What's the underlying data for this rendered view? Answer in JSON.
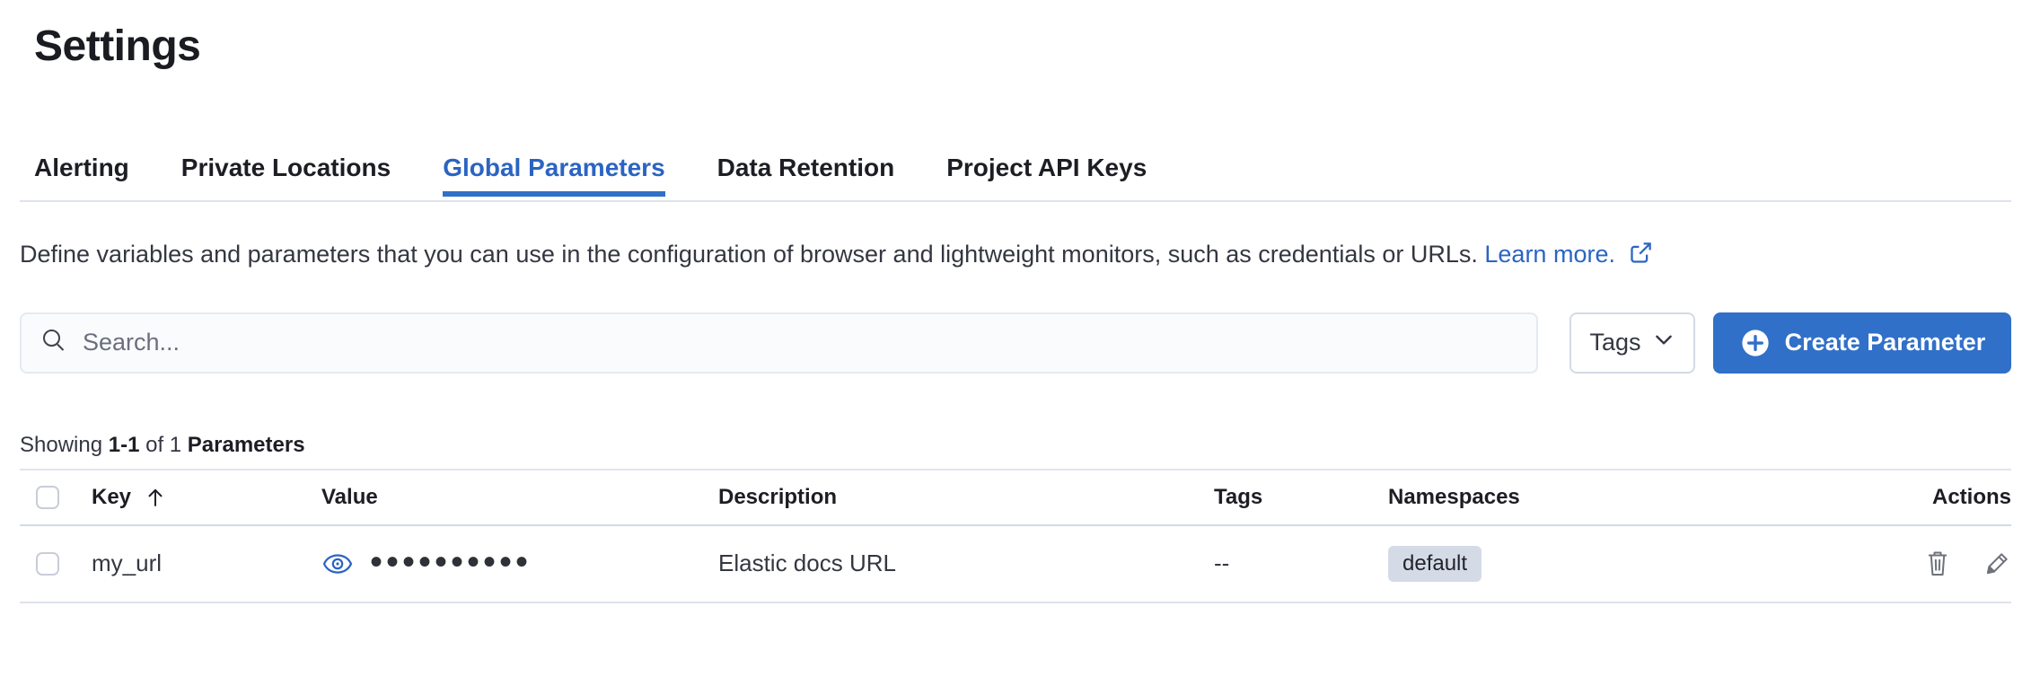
{
  "page": {
    "title": "Settings"
  },
  "tabs": [
    {
      "label": "Alerting",
      "active": false
    },
    {
      "label": "Private Locations",
      "active": false
    },
    {
      "label": "Global Parameters",
      "active": true
    },
    {
      "label": "Data Retention",
      "active": false
    },
    {
      "label": "Project API Keys",
      "active": false
    }
  ],
  "description": {
    "text": "Define variables and parameters that you can use in the configuration of browser and lightweight monitors, such as credentials or URLs.",
    "link_label": "Learn more."
  },
  "toolbar": {
    "search_placeholder": "Search...",
    "tags_label": "Tags",
    "create_label": "Create Parameter"
  },
  "summary": {
    "prefix": "Showing",
    "range": "1-1",
    "middle": "of 1",
    "entity": "Parameters"
  },
  "table": {
    "columns": {
      "key": "Key",
      "value": "Value",
      "description": "Description",
      "tags": "Tags",
      "namespaces": "Namespaces",
      "actions": "Actions"
    },
    "sort": {
      "column": "Key",
      "direction": "ascending"
    },
    "rows": [
      {
        "key": "my_url",
        "masked_value": "••••••••••",
        "description": "Elastic docs URL",
        "tags": "--",
        "namespace": "default"
      }
    ]
  },
  "icons": {
    "search": "magnifier",
    "tags_dropdown": "chevron-down",
    "create": "plus-in-circle",
    "learn_more": "external-link",
    "reveal_value": "eye",
    "delete_row": "trash",
    "edit_row": "pencil",
    "sort_key": "arrow-up"
  },
  "colors": {
    "accent_button_blue": "#3070c8",
    "link_blue": "#2b64c2",
    "text_dark": "#1d1e24",
    "text_body": "#343741",
    "text_subdued": "#69707d",
    "border": "#d3dae6",
    "badge_bg": "#d4dbe7"
  }
}
